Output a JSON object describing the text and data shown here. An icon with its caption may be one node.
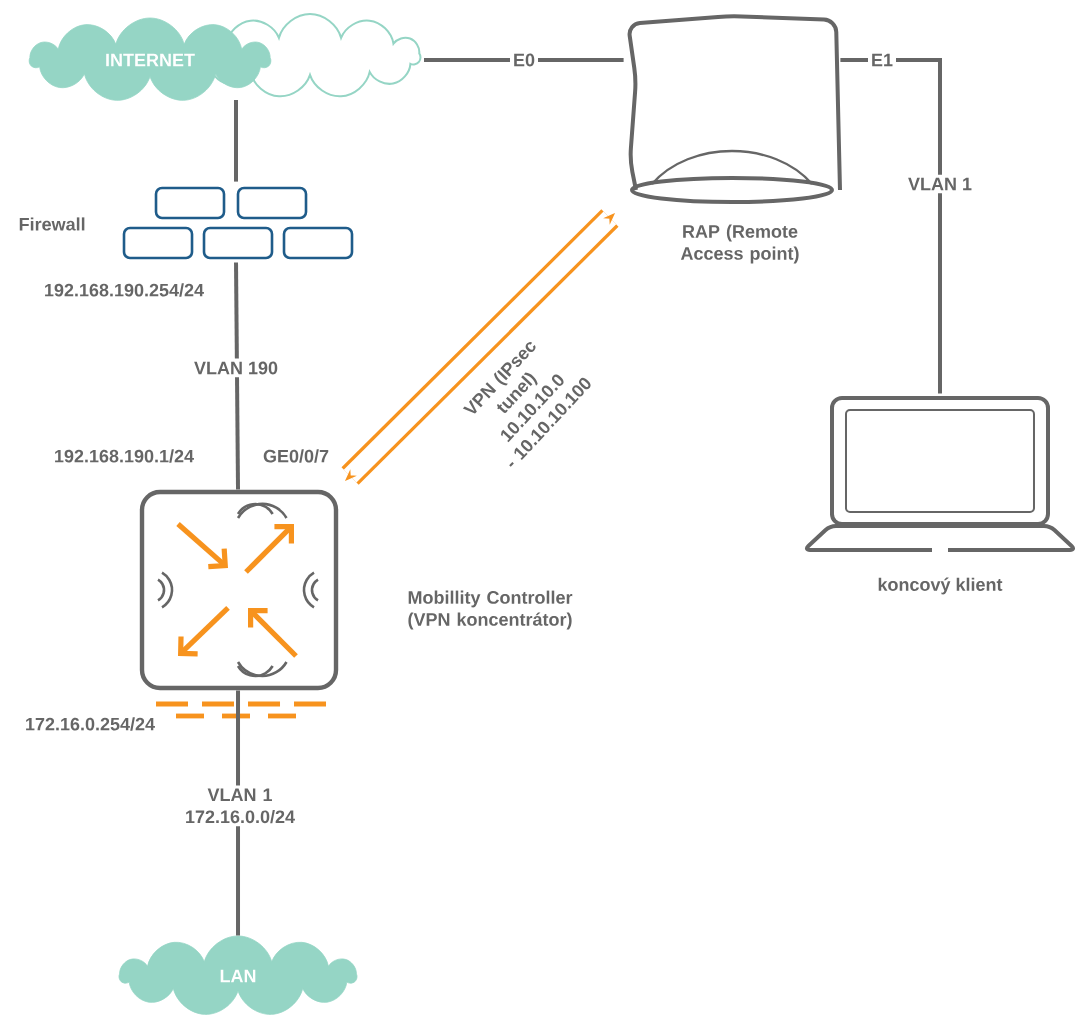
{
  "diagram": {
    "nodes": [
      {
        "text": [
          "INTERNET"
        ]
      },
      {
        "text": [],
        "shape": "wall",
        "beside": [
          "Firewall",
          "192.168.190.254/24"
        ]
      },
      {
        "text": [],
        "shape": "device",
        "beside": [
          "RAP (Remote Access point)"
        ]
      },
      {
        "text": [],
        "shape": "device",
        "beside": [
          "192.168.190.1/24",
          "GE0/0/7",
          "Mobillity Controller (VPN koncentrátor)",
          "172.16.0.254/24"
        ]
      },
      {
        "text": [],
        "shape": "laptop",
        "beside": [
          "koncový klient"
        ]
      },
      {
        "text": [
          "LAN"
        ]
      }
    ],
    "edges": [
      {
        "from": 0,
        "to": 2,
        "arrow": "none",
        "label": "E0"
      },
      {
        "from": 2,
        "to": 4,
        "arrow": "none",
        "label": "E1"
      },
      {
        "from": 0,
        "to": 1,
        "arrow": "none"
      },
      {
        "from": 1,
        "to": 3,
        "arrow": "none",
        "label": "VLAN 190"
      },
      {
        "from": 3,
        "to": 2,
        "arrow": "both",
        "style": "thick",
        "color": "#f7931e",
        "label": "VPN (IPsec tunel) 10.10.10.0 - 10.10.10.100"
      },
      {
        "from": 3,
        "to": 5,
        "arrow": "none",
        "label": "VLAN 1 172.16.0.0/24"
      }
    ],
    "labels": [
      "VLAN 1"
    ]
  }
}
